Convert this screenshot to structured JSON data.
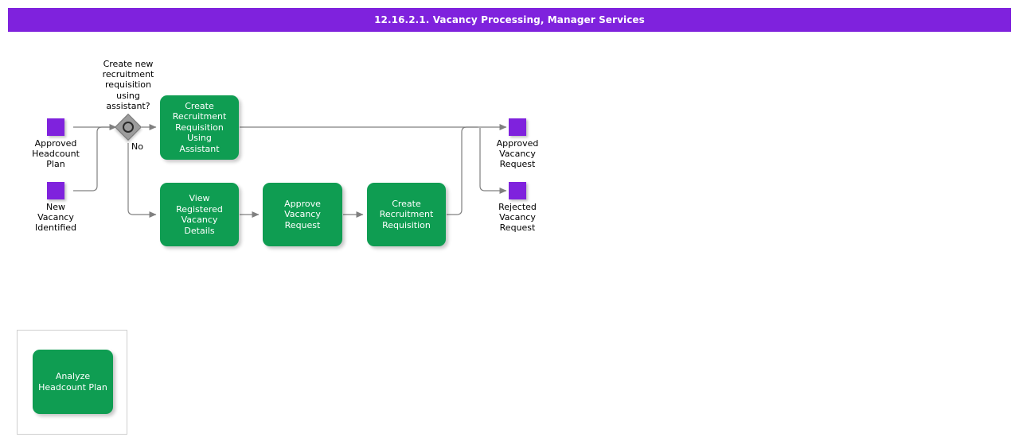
{
  "header": {
    "title": "12.16.2.1. Vacancy Processing, Manager Services",
    "background_color": "#7f22dd",
    "text_color": "#ffffff"
  },
  "theme": {
    "task_color": "#0f9d52",
    "event_color": "#7f22dd",
    "gateway_color": "#9c9c9c",
    "connector_color": "#808080",
    "group_border_color": "#cfcfcf",
    "canvas_background": "#ffffff"
  },
  "diagram": {
    "type": "bpmn-process-flow",
    "start_events": [
      {
        "id": "start-approved-headcount-plan",
        "label": "Approved\nHeadcount\nPlan"
      },
      {
        "id": "start-new-vacancy-identified",
        "label": "New\nVacancy\nIdentified"
      }
    ],
    "gateway": {
      "id": "gateway-create-new-requisition",
      "kind": "event-based-gateway",
      "question": "Create new\nrecruitment\nrequisition\nusing\nassistant?",
      "branches": [
        {
          "label": "",
          "target": "task-create-recruitment-requisition-using-assistant"
        },
        {
          "label": "No",
          "target": "task-view-registered-vacancy-details"
        }
      ]
    },
    "tasks": [
      {
        "id": "task-create-recruitment-requisition-using-assistant",
        "label": "Create\nRecruitment\nRequisition\nUsing\nAssistant"
      },
      {
        "id": "task-view-registered-vacancy-details",
        "label": "View\nRegistered\nVacancy\nDetails"
      },
      {
        "id": "task-approve-vacancy-request",
        "label": "Approve\nVacancy\nRequest"
      },
      {
        "id": "task-create-recruitment-requisition",
        "label": "Create\nRecruitment\nRequisition"
      },
      {
        "id": "task-analyze-headcount-plan",
        "label": "Analyze\nHeadcount Plan"
      }
    ],
    "end_events": [
      {
        "id": "end-approved-vacancy-request",
        "label": "Approved\nVacancy\nRequest"
      },
      {
        "id": "end-rejected-vacancy-request",
        "label": "Rejected\nVacancy\nRequest"
      }
    ]
  }
}
